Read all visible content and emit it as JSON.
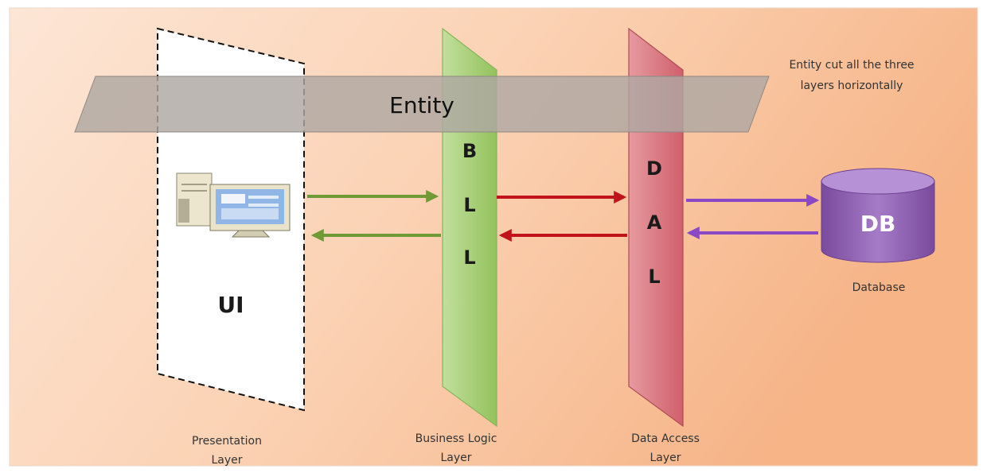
{
  "entity": {
    "label": "Entity"
  },
  "note": {
    "line1": "Entity cut all the three",
    "line2": "layers horizontally"
  },
  "ui": {
    "label": "UI"
  },
  "bll": {
    "letters": [
      "B",
      "L",
      "L"
    ],
    "caption_line1": "Business Logic",
    "caption_line2": "Layer"
  },
  "dal": {
    "letters": [
      "D",
      "A",
      "L"
    ],
    "caption_line1": "Data Access",
    "caption_line2": "Layer"
  },
  "presentation": {
    "caption_line1": "Presentation",
    "caption_line2": "Layer"
  },
  "db": {
    "label": "DB",
    "caption": "Database"
  },
  "icons": {
    "computer": "computer-icon",
    "database": "database-cylinder-icon"
  },
  "colors": {
    "background_start": "#fde2cf",
    "background_end": "#f7b98a",
    "entity_band": "#b8b2ae",
    "bll_panel": "#a9d07a",
    "dal_panel": "#d9777f",
    "green_arrow": "#6f9a35",
    "red_arrow": "#c0141a",
    "purple_arrow": "#8a48c4",
    "db_cylinder": "#8e5fb1"
  }
}
